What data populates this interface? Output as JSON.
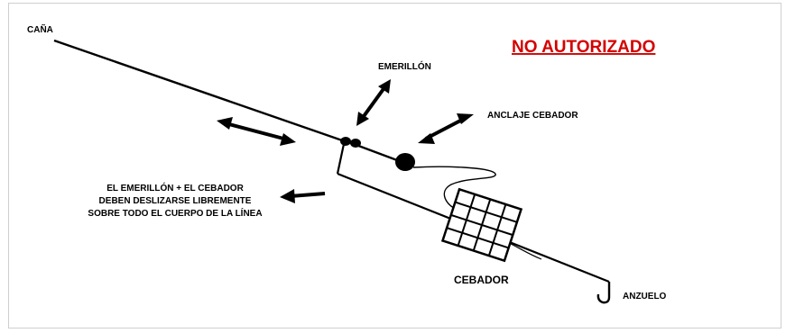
{
  "diagram": {
    "warning": "NO AUTORIZADO",
    "warning_color": "#d40000",
    "labels": {
      "rod": "CAÑA",
      "swivel": "EMERILLÓN",
      "feeder_anchor": "ANCLAJE CEBADOR",
      "note_line1": "EL EMERILLÓN + EL CEBADOR",
      "note_line2": "DEBEN DESLIZARSE LIBREMENTE",
      "note_line3": "SOBRE TODO EL CUERPO DE LA LÍNEA",
      "feeder": "CEBADOR",
      "hook": "ANZUELO"
    },
    "line_color": "#000000"
  }
}
